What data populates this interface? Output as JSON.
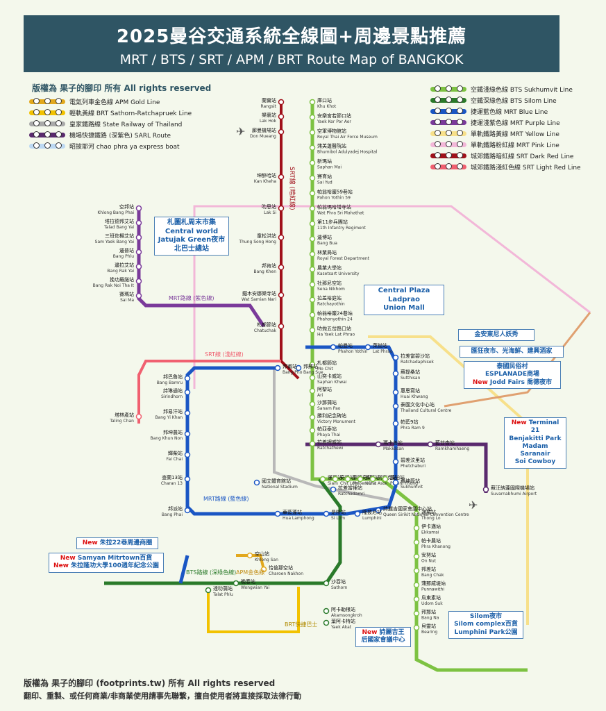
{
  "header": {
    "title": "2025曼谷交通系統全線圖+周邊景點推薦",
    "subtitle": "MRT / BTS / SRT / APM / BRT  Route Map of BANGKOK"
  },
  "copyright_top": "版權為 果子的腳印 所有  All rights reserved",
  "legend_left": [
    {
      "label": "電氣列車金色線 APM Gold Line",
      "color": "#e2a81e"
    },
    {
      "label": "輕軌黃線 BRT Sathorn-Ratchapruek Line",
      "color": "#f2c200"
    },
    {
      "label": "皇家鐵路線 State Railway of Thailand",
      "color": "#a9a9a9"
    },
    {
      "label": "機場快捷鐵路 (深紫色) SARL Route",
      "color": "#5a2a6e"
    },
    {
      "label": "昭披耶河 chao phra ya express boat",
      "color": "#bcd8f2"
    }
  ],
  "legend_right": [
    {
      "label": "空鐵淺綠色線 BTS Sukhumvit Line",
      "color": "#7dc242"
    },
    {
      "label": "空鐵深綠色線 BTS Silom Line",
      "color": "#2a7a2a"
    },
    {
      "label": "捷運藍色線 MRT Blue Line",
      "color": "#1a56c4"
    },
    {
      "label": "捷運淺紫色線 MRT Purple Line",
      "color": "#7a3a9a"
    },
    {
      "label": "單軌鐵路黃線 MRT Yellow Line",
      "color": "#f7e08a"
    },
    {
      "label": "單軌鐵路粉紅線 MRT Pink Line",
      "color": "#f2b7d8"
    },
    {
      "label": "城郊鐵路暗紅線 SRT Dark Red Line",
      "color": "#a0101a"
    },
    {
      "label": "城郊鐵路淺紅色線 SRT Light Red Line",
      "color": "#f06070"
    }
  ],
  "line_labels": {
    "srt_red": "SRT線 (暗紅線)",
    "mrt_purple": "MRT路線 (紫色線)",
    "srt_light": "SRT線 (淺紅線)",
    "mrt_blue": "MRT路線 (藍色線)",
    "bts_silom": "BTS路線 (深綠色線)",
    "apm_gold": "APM金色線",
    "brt": "BRT快捷巴士"
  },
  "stations_red": [
    {
      "zh": "蘭實站",
      "en": "Rangsit"
    },
    {
      "zh": "樂裏站",
      "en": "Lak Hok"
    },
    {
      "zh": "廊曼機場站",
      "en": "Don Mueang"
    },
    {
      "zh": "坤醉哈站",
      "en": "Kan Kheha"
    },
    {
      "zh": "叻思站",
      "en": "Lak Si"
    },
    {
      "zh": "童松洪站",
      "en": "Thung Song Hong"
    },
    {
      "zh": "邦肯站",
      "en": "Bang Khen"
    },
    {
      "zh": "鐵木安娜樂寺站",
      "en": "Wat Samian Nari"
    },
    {
      "zh": "札都節站",
      "en": "Chatuchak"
    }
  ],
  "stations_green": [
    {
      "zh": "庫口站",
      "en": "Khu Khot"
    },
    {
      "zh": "安樂宮若節口站",
      "en": "Yaek Kor Por Aor"
    },
    {
      "zh": "空軍博物館站",
      "en": "Royal Thai Air Force Museum"
    },
    {
      "zh": "蒲美蓬醫院站",
      "en": "Bhumibol Adulyadej Hospital"
    },
    {
      "zh": "新瑪站",
      "en": "Saphan Mai"
    },
    {
      "zh": "賽育站",
      "en": "Sai Yud"
    },
    {
      "zh": "帕翁裕巖59巷站",
      "en": "Pahon Yothin 59"
    },
    {
      "zh": "帕翁瑪哈塔寺站",
      "en": "Wat Phra Sri Mahathat"
    },
    {
      "zh": "第11步兵團站",
      "en": "11th Infantry Regiment"
    },
    {
      "zh": "邊博站",
      "en": "Bang Bua"
    },
    {
      "zh": "林業局站",
      "en": "Royal Forest Department"
    },
    {
      "zh": "農業大學站",
      "en": "Kasetsart University"
    },
    {
      "zh": "社那尼空站",
      "en": "Sena Nikhom"
    },
    {
      "zh": "拉差裕庭站",
      "en": "Ratchayothin"
    },
    {
      "zh": "帕翁裕巖24巷站",
      "en": "Phahonyothin 24"
    },
    {
      "zh": "叻抛五岔路口站",
      "en": "Ha Yaek Lat Phrao"
    },
    {
      "zh": "札都節站",
      "en": "Mo Chit"
    },
    {
      "zh": "山奕卡威站",
      "en": "Saphan Khwai"
    },
    {
      "zh": "阿黎站",
      "en": "Ari"
    },
    {
      "zh": "沙那蒲站",
      "en": "Sanam Pao"
    },
    {
      "zh": "勝利紀念碑站",
      "en": "Victory Monument"
    },
    {
      "zh": "帕亞泰站",
      "en": "Phaya Thai"
    },
    {
      "zh": "拉差裡威站",
      "en": "Ratchathewi"
    },
    {
      "zh": "暹羅站",
      "en": "Siam"
    },
    {
      "zh": "奇隆站",
      "en": "Chit Lom"
    },
    {
      "zh": "菲隆奇站",
      "en": "Phloen Chit"
    },
    {
      "zh": "那那站",
      "en": "Nana"
    },
    {
      "zh": "阿索克站",
      "en": "Asok"
    },
    {
      "zh": "蓬拍站",
      "en": "Phrom Phong"
    },
    {
      "zh": "通羅站",
      "en": "Thong Lo"
    },
    {
      "zh": "伊卡邁站",
      "en": "Ekkamai"
    },
    {
      "zh": "帕卡農站",
      "en": "Phra Khanong"
    },
    {
      "zh": "安努站",
      "en": "On Nut"
    },
    {
      "zh": "邦差站",
      "en": "Bang Chak"
    },
    {
      "zh": "蒲那威堤站",
      "en": "Punnawithi"
    },
    {
      "zh": "烏東素站",
      "en": "Udom Suk"
    },
    {
      "zh": "邦那站",
      "en": "Bang Na"
    },
    {
      "zh": "貝靈站",
      "en": "Bearing"
    }
  ],
  "stations_blue": [
    {
      "zh": "帕曼站",
      "en": "Phahon Yothin"
    },
    {
      "zh": "萊抛站",
      "en": "Lat Phrao"
    },
    {
      "zh": "拉差當碧沙站",
      "en": "Ratchadaphisek"
    },
    {
      "zh": "蘇提桑站",
      "en": "Sutthisan"
    },
    {
      "zh": "惠恩寫站",
      "en": "Huai Khwang"
    },
    {
      "zh": "泰國文化中心站",
      "en": "Thailand Cultural Centre"
    },
    {
      "zh": "帕藍9站",
      "en": "Phra Ram 9"
    },
    {
      "zh": "碧差汶里站",
      "en": "Phetchaburi"
    },
    {
      "zh": "蘇坤蔚站",
      "en": "Sukhumvit"
    },
    {
      "zh": "詩麗吉國家會議中心站",
      "en": "Queen Sirikit National Convention Centre"
    },
    {
      "zh": "隆披尼站",
      "en": "Lumphini"
    },
    {
      "zh": "是隆站",
      "en": "Si Lom"
    },
    {
      "zh": "華藍蓬站",
      "en": "Hua Lamphong"
    },
    {
      "zh": "邦蘇站",
      "en": "Bang Sue"
    },
    {
      "zh": "邦甫站",
      "en": "Bang Pho"
    },
    {
      "zh": "邦巴魯站",
      "en": "Bang Bamru"
    },
    {
      "zh": "詩琳通站",
      "en": "Sirindhorn"
    },
    {
      "zh": "邦易汗站",
      "en": "Bang Yi Khan"
    },
    {
      "zh": "邦坤農站",
      "en": "Bang Khun Non"
    },
    {
      "zh": "輝柴站",
      "en": "Fai Chai"
    },
    {
      "zh": "查蘭13站",
      "en": "Charan 13"
    },
    {
      "zh": "邦派站",
      "en": "Bang Phai"
    },
    {
      "zh": "國立體育館站",
      "en": "National Stadium"
    },
    {
      "zh": "拉差當裡站",
      "en": "Ratchadamri"
    }
  ],
  "stations_airport": [
    {
      "zh": "藍甘杏站",
      "en": "Ramkhamhaeng"
    },
    {
      "zh": "蘇汪納蓬國際機場站",
      "en": "Suvarnabhumi Airport"
    },
    {
      "zh": "瑪卡善站",
      "en": "Makkasan"
    }
  ],
  "stations_west": [
    {
      "zh": "塔林產站",
      "en": "Taling Chan"
    },
    {
      "zh": "空山站",
      "en": "Khlong San"
    },
    {
      "zh": "恰倫那空站",
      "en": "Charoen Nakhon"
    },
    {
      "zh": "沙吞站",
      "en": "Sathorn"
    },
    {
      "zh": "阿卡勒根站",
      "en": "Akamsongkroh"
    },
    {
      "zh": "葉阿卡特站",
      "en": "Yaek Akat"
    },
    {
      "zh": "晚春站",
      "en": "Wongwian Yai"
    },
    {
      "zh": "達叻蒲站",
      "en": "Talat Phlu"
    }
  ],
  "stations_purple": [
    {
      "zh": "空邦站",
      "en": "Khlong Bang Phai"
    },
    {
      "zh": "塔拉德邦艾站",
      "en": "Talad Bang Yai"
    },
    {
      "zh": "三班佐楊艾站",
      "en": "Sam Yaek Bang Yai"
    },
    {
      "zh": "邊普站",
      "en": "Bang Phlu"
    },
    {
      "zh": "邊拉艾站",
      "en": "Bang Rak Yai"
    },
    {
      "zh": "挽功羅諾站",
      "en": "Bang Rak Noi Tha It"
    },
    {
      "zh": "賽瑪站",
      "en": "Sai Ma"
    }
  ],
  "callouts": {
    "jatujak": "札圖札周末市集\nCentral world\nJatujak Green夜市\n北巴士總站",
    "ladprao": "Central Plaza Ladprao\nUnion Mall",
    "indy": "金安東尼人妖秀",
    "rotfai": "匯狂夜市、光海鮮、建興酒家",
    "jodd_zh": "泰國民俗村",
    "jodd_en": "ESPLANADE商場",
    "jodd_new": "New",
    "jodd_rest": "Jodd Fairs 喬德夜市",
    "t21_new": "New",
    "t21": "Terminal 21\nBenjakitti Park\nMadam Saranair\nSoi Cowboy",
    "yaowarat_new": "New",
    "yaowarat": "朱拉22巷周邊商圈",
    "samyan_new": "New",
    "samyan": "Samyan Mitrtown百貨",
    "chula_new": "New",
    "chula": "朱拉隆功大學100週年紀念公園",
    "silom": "Silom夜市\nSilom complex百貨\nLumphini Park公園",
    "qsncc_new": "New",
    "qsncc": "詩麗吉王\n后國家會議中心"
  },
  "footer": {
    "line1": "版權為 果子的腳印 (footprints.tw) 所有  All rights reserved",
    "line2": "翻印、重製、或任何商業/非商業使用請事先聯繫，擅自使用者將直接採取法律行動"
  }
}
